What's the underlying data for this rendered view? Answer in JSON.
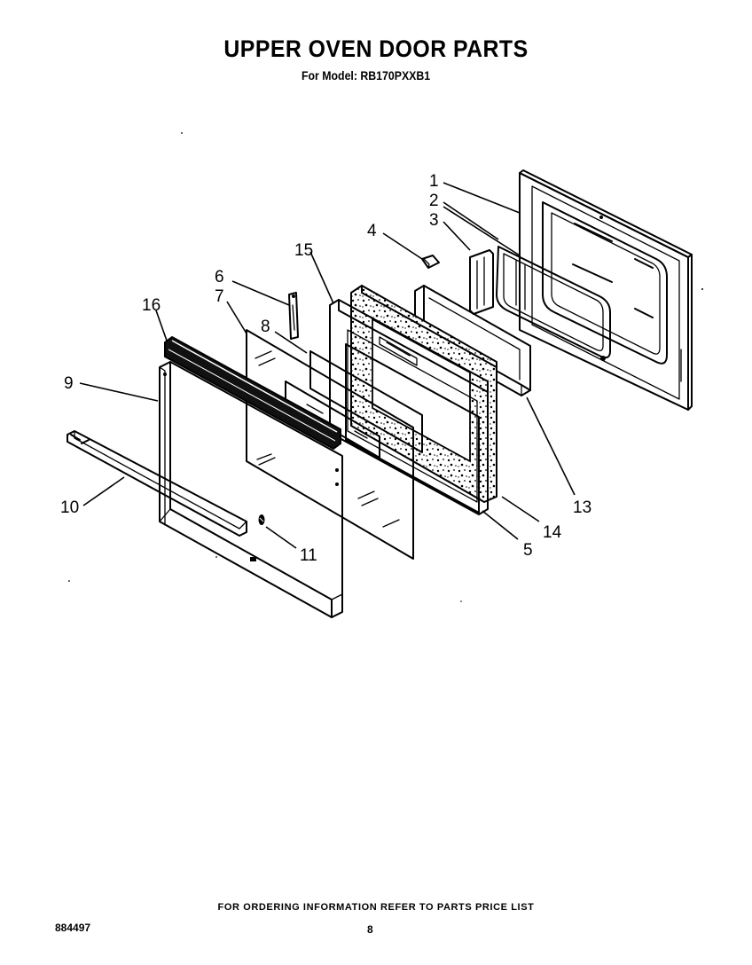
{
  "title": "UPPER OVEN DOOR PARTS",
  "subtitle": "For Model: RB170PXXB1",
  "footer_note": "FOR ORDERING INFORMATION REFER TO PARTS PRICE LIST",
  "doc_number": "884497",
  "page_number": "8",
  "callouts": {
    "c1": "1",
    "c2": "2",
    "c3": "3",
    "c4": "4",
    "c5": "5",
    "c6": "6",
    "c7": "7",
    "c8": "8",
    "c9": "9",
    "c10": "10",
    "c11": "11",
    "c13": "13",
    "c14": "14",
    "c15": "15",
    "c16": "16"
  }
}
